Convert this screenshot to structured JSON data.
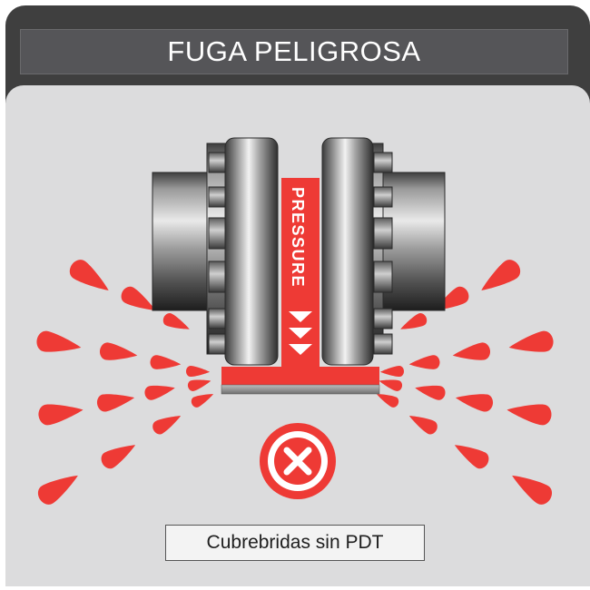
{
  "title": "FUGA PELIGROSA",
  "flange_label": "PRESSURE",
  "caption": "Cubrebridas sin PDT",
  "icons": {
    "fault": "x-circle-icon",
    "pressure_direction": "triangle-down-icon",
    "leak": "droplet-icon"
  },
  "colors": {
    "header": "#3f3f3f",
    "title_bar": "#555558",
    "panel": "#dcdcdd",
    "leak_red": "#ee3a35",
    "metal": "#8a8a8a"
  }
}
